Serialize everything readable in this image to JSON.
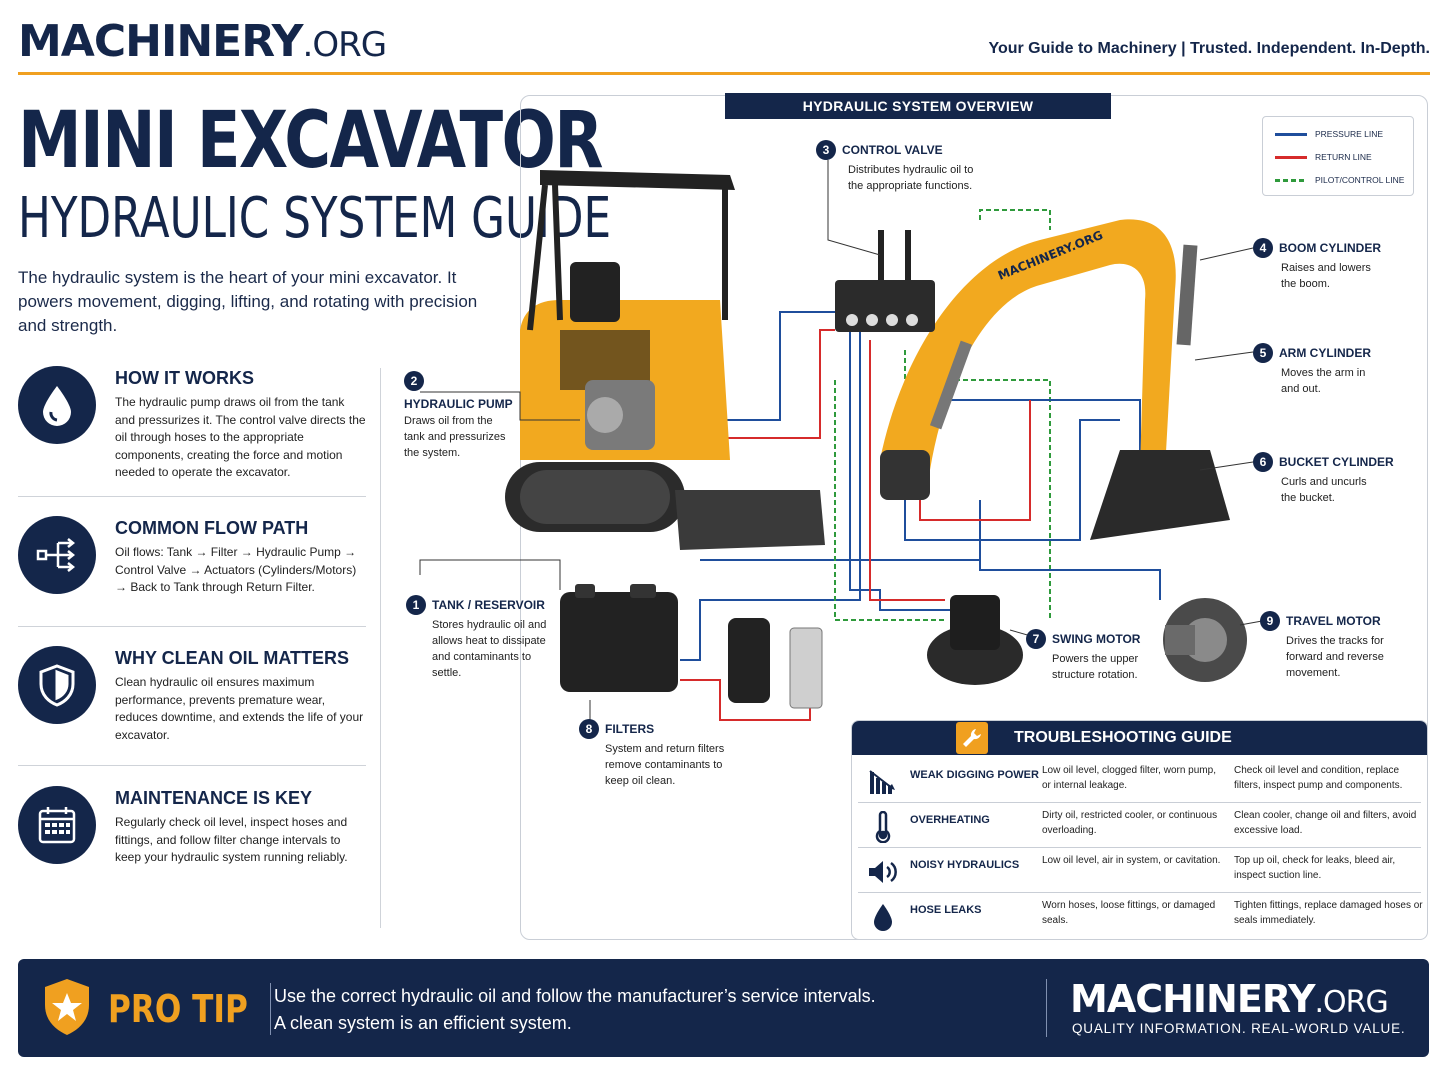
{
  "header": {
    "brand_main": "MACHINERY",
    "brand_org": ".ORG",
    "tagline": "Your Guide to Machinery  |  Trusted. Independent. In-Depth."
  },
  "title": {
    "line1": "MINI EXCAVATOR",
    "line2": "HYDRAULIC SYSTEM GUIDE",
    "intro": "The hydraulic system is the heart of your mini excavator. It powers movement, digging, lifting, and rotating with precision and strength."
  },
  "info": [
    {
      "icon": "oil-drop-icon",
      "heading": "HOW IT WORKS",
      "text": "The hydraulic pump draws oil from the tank and pressurizes it. The control valve directs the oil through hoses to the appropriate components, creating the force and motion needed to operate the excavator."
    },
    {
      "icon": "flow-path-icon",
      "heading": "COMMON FLOW PATH",
      "text": "Oil flows: Tank → Filter → Hydraulic Pump → Control Valve → Actuators (Cylinders/Motors) → Back to Tank through Return Filter."
    },
    {
      "icon": "shield-icon",
      "heading": "WHY CLEAN OIL MATTERS",
      "text": "Clean hydraulic oil ensures maximum performance, prevents premature wear, reduces downtime, and extends the life of your excavator."
    },
    {
      "icon": "calendar-icon",
      "heading": "MAINTENANCE IS KEY",
      "text": "Regularly check oil level, inspect hoses and fittings, and follow filter change intervals to keep your hydraulic system running reliably."
    }
  ],
  "diagram": {
    "title": "HYDRAULIC SYSTEM OVERVIEW",
    "boom_decal": "MACHINERY.ORG",
    "legend": [
      {
        "label": "PRESSURE LINE",
        "color": "#1f4e9c"
      },
      {
        "label": "RETURN LINE",
        "color": "#d62b2b"
      },
      {
        "label": "PILOT/CONTROL LINE",
        "color": "#2f9a3c"
      }
    ],
    "callouts": [
      {
        "num": "1",
        "title": "TANK / RESERVOIR",
        "text": "Stores hydraulic oil and allows heat to dissipate and contaminants to settle."
      },
      {
        "num": "2",
        "title": "HYDRAULIC PUMP",
        "text": "Draws oil from the tank and pressurizes the system."
      },
      {
        "num": "3",
        "title": "CONTROL VALVE",
        "text": "Distributes hydraulic oil to the appropriate functions."
      },
      {
        "num": "4",
        "title": "BOOM CYLINDER",
        "text": "Raises and lowers the boom."
      },
      {
        "num": "5",
        "title": "ARM CYLINDER",
        "text": "Moves the arm in and out."
      },
      {
        "num": "6",
        "title": "BUCKET CYLINDER",
        "text": "Curls and uncurls the bucket."
      },
      {
        "num": "7",
        "title": "SWING MOTOR",
        "text": "Powers the upper structure rotation."
      },
      {
        "num": "8",
        "title": "FILTERS",
        "text": "System and return filters remove contaminants to keep oil clean."
      },
      {
        "num": "9",
        "title": "TRAVEL MOTOR",
        "text": "Drives the tracks for forward and reverse movement."
      }
    ]
  },
  "troubleshooting": {
    "title": "TROUBLESHOOTING GUIDE",
    "rows": [
      {
        "icon": "bar-chart-down-icon",
        "problem": "WEAK DIGGING POWER",
        "cause": "Low oil level, clogged filter, worn pump, or internal leakage.",
        "fix": "Check oil level and condition, replace filters, inspect pump and components."
      },
      {
        "icon": "thermometer-icon",
        "problem": "OVERHEATING",
        "cause": "Dirty oil, restricted cooler, or continuous overloading.",
        "fix": "Clean cooler, change oil and filters, avoid excessive load."
      },
      {
        "icon": "speaker-icon",
        "problem": "NOISY HYDRAULICS",
        "cause": "Low oil level, air in system, or cavitation.",
        "fix": "Top up oil, check for leaks, bleed air, inspect suction line."
      },
      {
        "icon": "oil-drop-icon",
        "problem": "HOSE LEAKS",
        "cause": "Worn hoses, loose fittings, or damaged seals.",
        "fix": "Tighten fittings, replace damaged hoses or seals immediately."
      }
    ]
  },
  "footer": {
    "pro_tip": "PRO TIP",
    "tip_line1": "Use the correct hydraulic oil and follow the manufacturer’s service intervals.",
    "tip_line2": "A clean system is an efficient system.",
    "brand_main": "MACHINERY",
    "brand_org": ".ORG",
    "brand_sub": "QUALITY INFORMATION. REAL-WORLD VALUE."
  }
}
